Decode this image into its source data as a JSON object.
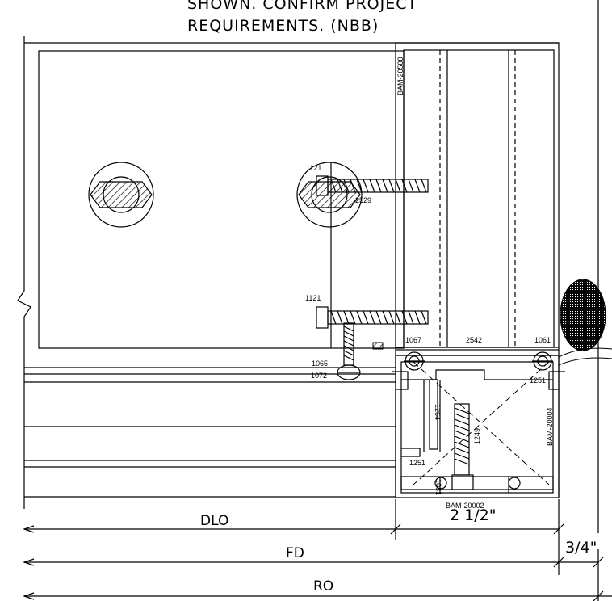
{
  "note": {
    "line1": "SHOWN. CONFIRM PROJECT",
    "line2": "REQUIREMENTS. (NBB)"
  },
  "parts": {
    "bam_20500": "BAM-20500",
    "bam_20004": "BAM-20004",
    "bam_20002": "BAM-20002",
    "p1121_top": "1121",
    "p2529": "2529",
    "p1121_bottom": "1121",
    "p1067": "1067",
    "p2542": "2542",
    "p1061": "1061",
    "p1065": "1065",
    "p1072": "1072",
    "p1251_right": "1251",
    "p1264": "1264",
    "p1249": "1249",
    "p1251_left": "1251",
    "p1081": "1081"
  },
  "dimensions": {
    "dlo": "DLO",
    "two_half": "2 1/2\"",
    "fd": "FD",
    "three_quarter": "3/4\"",
    "ro": "RO"
  },
  "colors": {
    "line": "#000000",
    "background": "#ffffff"
  }
}
